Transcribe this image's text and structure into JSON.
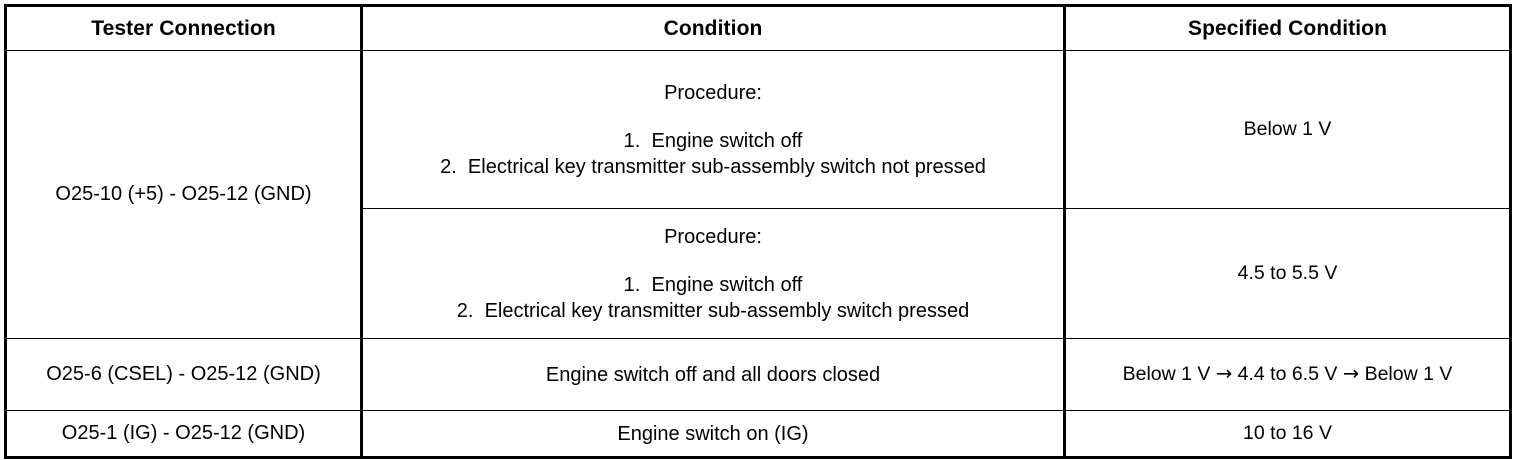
{
  "table": {
    "headers": [
      {
        "label": "Tester Connection"
      },
      {
        "label": "Condition"
      },
      {
        "label": "Specified Condition"
      }
    ],
    "rows": [
      {
        "id": "o25-10-plus5",
        "connection": "O25-10 (+5) - O25-12 (GND)",
        "blocks": [
          {
            "procedure_label": "Procedure:",
            "steps": [
              {
                "number": "1.",
                "text": "Engine switch off"
              },
              {
                "number": "2.",
                "text": "Electrical key transmitter sub-assembly switch not pressed"
              }
            ],
            "specified": "Below 1 V"
          },
          {
            "procedure_label": "Procedure:",
            "steps": [
              {
                "number": "1.",
                "text": "Engine switch off"
              },
              {
                "number": "2.",
                "text": "Electrical key transmitter sub-assembly switch pressed"
              }
            ],
            "specified": "4.5 to 5.5 V"
          }
        ]
      },
      {
        "id": "o25-6-csel",
        "connection": "O25-6 (CSEL) - O25-12 (GND)",
        "condition": "Engine switch off and all doors closed",
        "specified_parts": {
          "first": "Below 1 V",
          "arrow_1": "→",
          "second": "4.4 to 6.5 V",
          "arrow_2": "→",
          "third": "Below 1 V"
        }
      },
      {
        "id": "o25-1-ig",
        "connection": "O25-1 (IG) - O25-12 (GND)",
        "condition": "Engine switch on (IG)",
        "specified": "10 to 16 V"
      }
    ]
  },
  "style": {
    "border_color": "#000000",
    "text_color": "#000000",
    "background": "#ffffff"
  }
}
